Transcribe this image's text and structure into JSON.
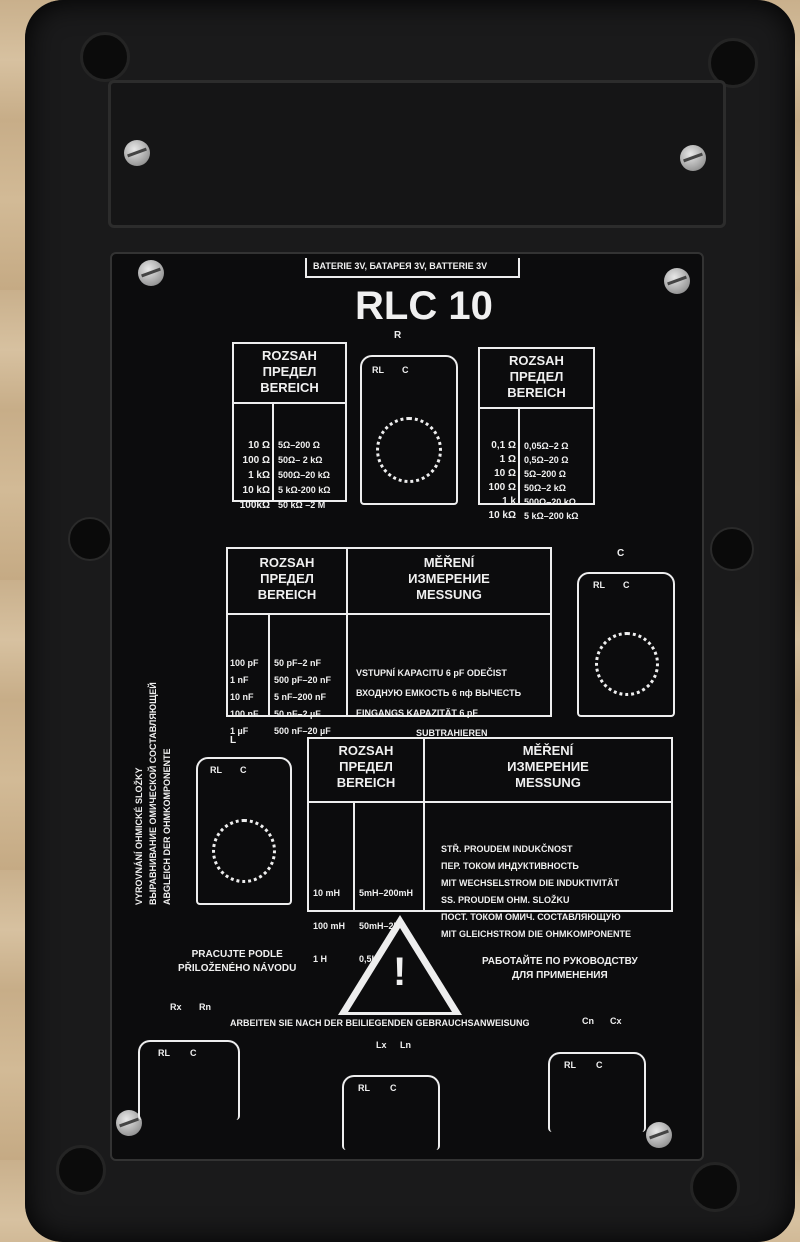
{
  "device": {
    "battery_label": "BATERIE 3V, БАТАРЕЯ 3V, BATTERIE 3V",
    "model": "RLC 10"
  },
  "r_table_left": {
    "header": [
      "ROZSAH",
      "ПРЕДЕЛ",
      "BEREICH"
    ],
    "rows": [
      [
        "10 Ω",
        "5Ω–200 Ω"
      ],
      [
        "100 Ω",
        "50Ω– 2 kΩ"
      ],
      [
        "1 kΩ",
        "500Ω–20 kΩ"
      ],
      [
        "10 kΩ",
        "5 kΩ-200 kΩ"
      ],
      [
        "100kΩ",
        "50 kΩ –2 M"
      ]
    ]
  },
  "r_table_right": {
    "header": [
      "ROZSAH",
      "ПРЕДЕЛ",
      "BEREICH"
    ],
    "rows": [
      [
        "0,1 Ω",
        "0,05Ω–2 Ω"
      ],
      [
        "1 Ω",
        "0,5Ω–20 Ω"
      ],
      [
        "10 Ω",
        "5Ω–200 Ω"
      ],
      [
        "100 Ω",
        "50Ω–2 kΩ"
      ],
      [
        "1 k",
        "500Ω–20 kΩ"
      ],
      [
        "10 kΩ",
        "5 kΩ–200 kΩ"
      ]
    ]
  },
  "c_table": {
    "header": [
      "ROZSAH",
      "ПРЕДЕЛ",
      "BEREICH"
    ],
    "mhead": [
      "MĚŘENÍ",
      "ИЗМЕРЕНИЕ",
      "MESSUNG"
    ],
    "rows": [
      [
        "100 pF",
        "50 pF–2 nF"
      ],
      [
        "1 nF",
        "500 pF–20 nF"
      ],
      [
        "10 nF",
        "5 nF–200 nF"
      ],
      [
        "100 nF",
        "50 nF–2 µF"
      ],
      [
        "1 µF",
        "500 nF–20 µF"
      ]
    ],
    "notes": [
      "VSTUPNÍ KAPACITU 6 pF ODEČIST",
      "ВХОДНУЮ ЕМКОСТЬ 6 пф ВЫЧЕСТЬ",
      "EINGANGS KAPAZITÄT 6 pF",
      "SUBTRAHIEREN"
    ]
  },
  "l_table": {
    "header": [
      "ROZSAH",
      "ПРЕДЕЛ",
      "BEREICH"
    ],
    "mhead": [
      "MĚŘENÍ",
      "ИЗМЕРЕНИЕ",
      "MESSUNG"
    ],
    "rows": [
      [
        "10 mH",
        "5mH–200mH"
      ],
      [
        "100 mH",
        "50mH–2H"
      ],
      [
        "1 H",
        "0,5H–20H"
      ]
    ],
    "notes": [
      "STŘ. PROUDEM INDUKČNOST",
      "ПЕР. ТОКОМ ИНДУКТИВНОСТЬ",
      "MIT WECHSELSTROM DIE INDUKTIVITÄT",
      "SS. PROUDEM OHM. SLOŽKU",
      "ПОСТ. ТОКОМ ОМИЧ. СОСТАВЛЯЮЩУЮ",
      "MIT GLEICHSTROM DIE OHMKOMPONENTE"
    ]
  },
  "side_text": [
    "VYROVNÁNÍ OHMICKÉ SLOŽKY",
    "ВЫРАВНИВАНИЕ ОМИЧЕСКОЙ СОСТАВЛЯЮЩЕЙ",
    "ABGLEICH DER OHMKOMPONENTE"
  ],
  "dial_labels": {
    "r": "R",
    "c": "C",
    "l": "L",
    "rl": "RL",
    "cc": "C"
  },
  "warning": {
    "cz": [
      "PRACUJTE PODLE",
      "PŘILOŽENÉHO NÁVODU"
    ],
    "ru": [
      "РАБОТАЙТЕ ПО РУКОВОДСТВУ",
      "ДЛЯ ПРИМЕНЕНИЯ"
    ],
    "de": "ARBEITEN SIE NACH DER BEILIEGENDEN GEBRAUCHSANWEISUNG"
  },
  "bottom_labels": {
    "rx": "Rx",
    "rn": "Rn",
    "lx": "Lx",
    "ln": "Ln",
    "cn": "Cn",
    "cx": "Cx"
  }
}
